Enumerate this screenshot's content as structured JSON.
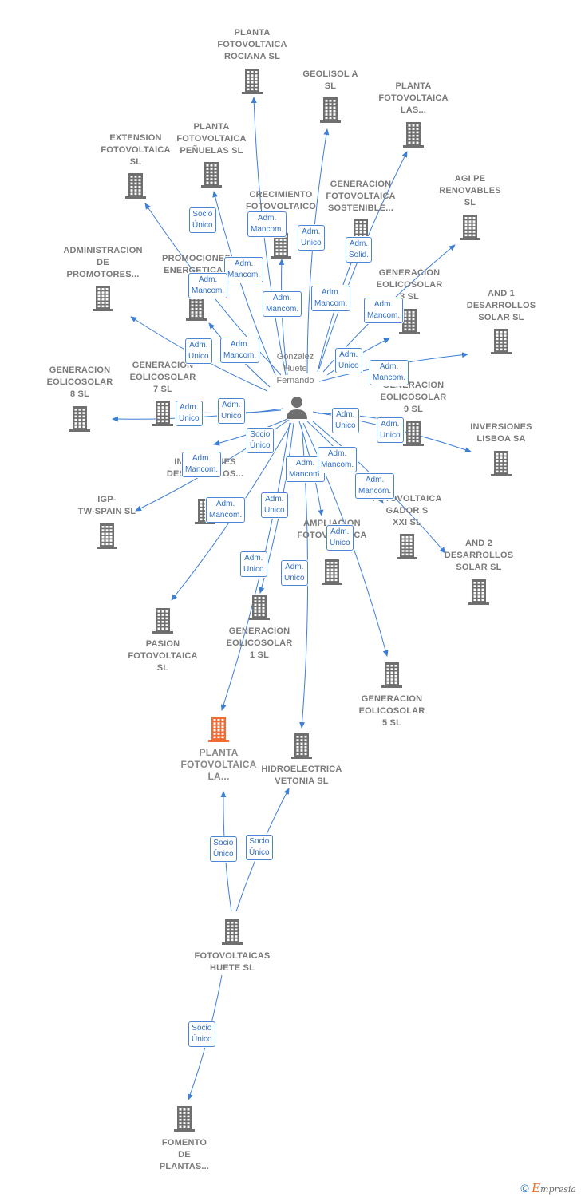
{
  "colors": {
    "edge": "#3d7fd6",
    "building": "#6f6f6f",
    "building_focus": "#f26b35",
    "person": "#6f6f6f"
  },
  "person": {
    "icon": "person-icon",
    "label": "Gonzalez\nHuete\nFernando"
  },
  "nodes": {
    "planta_fotovoltaica_rociana": {
      "label": "PLANTA\nFOTOVOLTAICA\nROCIANA  SL",
      "icon": "building-icon"
    },
    "geolisol": {
      "label": "GEOLISOL A\nSL",
      "icon": "building-icon"
    },
    "planta_fotovoltaica_las": {
      "label": "PLANTA\nFOTOVOLTAICA\nLAS...",
      "icon": "building-icon"
    },
    "extension_fotovoltaica": {
      "label": "EXTENSION\nFOTOVOLTAICA\nSL",
      "icon": "building-icon"
    },
    "planta_fotovoltaica_penuelas": {
      "label": "PLANTA\nFOTOVOLTAICA\nPEÑUELAS SL",
      "icon": "building-icon"
    },
    "generacion_fotovoltaica_sostenible": {
      "label": "GENERACION\nFOTOVOLTAICA\nSOSTENIBLE...",
      "icon": "building-icon"
    },
    "crecimiento_fotovoltaico": {
      "label": "CRECIMIENTO\nFOTOVOLTAICO",
      "icon": "building-icon"
    },
    "agi_pe_renovables": {
      "label": "AGI PE\nRENOVABLES\nSL",
      "icon": "building-icon"
    },
    "administracion_promotores": {
      "label": "ADMINISTRACION\nDE\nPROMOTORES...",
      "icon": "building-icon"
    },
    "promociones_energeticas": {
      "label": "PROMOCIONES\nENERGETICAS",
      "icon": "building-icon"
    },
    "generacion_eolicosolar_3": {
      "label": "GENERACION\nEOLICOSOLAR\n3  SL",
      "icon": "building-icon"
    },
    "and_1_desarrollos": {
      "label": "AND 1\nDESARROLLOS\nSOLAR  SL",
      "icon": "building-icon"
    },
    "generacion_eolicosolar_8": {
      "label": "GENERACION\nEOLICOSOLAR\n8  SL",
      "icon": "building-icon"
    },
    "generacion_eolicosolar_7": {
      "label": "GENERACION\nEOLICOSOLAR\n7  SL",
      "icon": "building-icon"
    },
    "generacion_eolicosolar_9": {
      "label": "GENERACION\nEOLICOSOLAR\n9  SL",
      "icon": "building-icon"
    },
    "inversiones_lisboa": {
      "label": "INVERSIONES\nLISBOA SA",
      "icon": "building-icon"
    },
    "inversiones_desarrollos": {
      "label": "INVERSIONES\nDESARROLLOS...",
      "icon": "building-icon"
    },
    "igp_tw_spain": {
      "label": "IGP-\nTW-SPAIN  SL",
      "icon": "building-icon"
    },
    "ampliacion_fotovoltaica": {
      "label": "AMPLIACION\nFOTOVOLTAICA",
      "icon": "building-icon"
    },
    "fotovoltaica_gador": {
      "label": "FOTOVOLTAICA\nGADOR S\nXXI  SL",
      "icon": "building-icon"
    },
    "and_2_desarrollos": {
      "label": "AND 2\nDESARROLLOS\nSOLAR  SL",
      "icon": "building-icon"
    },
    "pasion_fotovoltaica": {
      "label": "PASION\nFOTOVOLTAICA\nSL",
      "icon": "building-icon"
    },
    "generacion_eolicosolar_1": {
      "label": "GENERACION\nEOLICOSOLAR\n1  SL",
      "icon": "building-icon"
    },
    "generacion_eolicosolar_5": {
      "label": "GENERACION\nEOLICOSOLAR\n5  SL",
      "icon": "building-icon"
    },
    "planta_fotovoltaica_la": {
      "label": "PLANTA\nFOTOVOLTAICA\nLA...",
      "icon": "building-icon"
    },
    "hidroelectrica_vetonia": {
      "label": "HIDROELECTRICA\nVETONIA SL",
      "icon": "building-icon"
    },
    "fotovoltaicas_huete": {
      "label": "FOTOVOLTAICAS\nHUETE  SL",
      "icon": "building-icon"
    },
    "fomento_plantas": {
      "label": "FOMENTO\nDE\nPLANTAS...",
      "icon": "building-icon"
    }
  },
  "relations": [
    {
      "label": "Socio\nÚnico"
    },
    {
      "label": "Adm.\nMancom."
    },
    {
      "label": "Adm.\nUnico"
    },
    {
      "label": "Adm.\nSolid."
    },
    {
      "label": "Adm.\nMancom."
    },
    {
      "label": "Adm.\nMancom."
    },
    {
      "label": "Adm.\nMancom."
    },
    {
      "label": "Adm.\nMancom."
    },
    {
      "label": "Adm.\nMancom."
    },
    {
      "label": "Adm.\nUnico"
    },
    {
      "label": "Adm.\nMancom."
    },
    {
      "label": "Adm.\nUnico"
    },
    {
      "label": "Adm.\nMancom."
    },
    {
      "label": "Adm.\nUnico"
    },
    {
      "label": "Adm.\nUnico"
    },
    {
      "label": "Adm.\nUnico"
    },
    {
      "label": "Adm.\nUnico"
    },
    {
      "label": "Socio\nÚnico"
    },
    {
      "label": "Adm.\nMancom."
    },
    {
      "label": "Adm.\nMancom."
    },
    {
      "label": "Adm.\nMancom."
    },
    {
      "label": "Adm.\nMancom."
    },
    {
      "label": "Adm.\nMancom."
    },
    {
      "label": "Adm.\nUnico"
    },
    {
      "label": "Adm.\nUnico"
    },
    {
      "label": "Adm.\nUnico"
    },
    {
      "label": "Adm.\nUnico"
    },
    {
      "label": "Socio\nÚnico"
    },
    {
      "label": "Socio\nÚnico"
    },
    {
      "label": "Socio\nÚnico"
    }
  ],
  "footer": {
    "copyright": "©",
    "brand_initial": "E",
    "brand_rest": "mpresia"
  }
}
